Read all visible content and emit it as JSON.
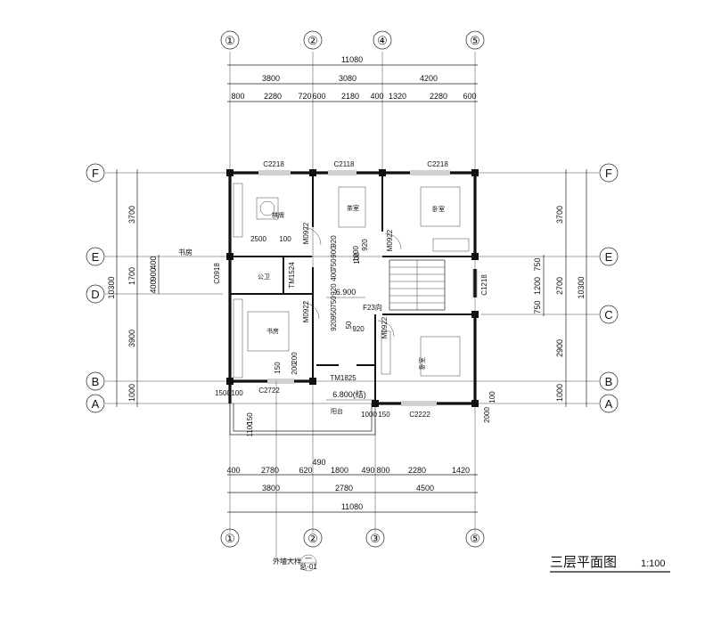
{
  "title": "三层平面图",
  "scale": "1:100",
  "grid": {
    "top": [
      "①",
      "②",
      "④",
      "⑤"
    ],
    "bottom": [
      "①",
      "②",
      "③",
      "⑤"
    ],
    "left": [
      "F",
      "E",
      "D",
      "B",
      "A"
    ],
    "right": [
      "F",
      "E",
      "C",
      "B",
      "A"
    ]
  },
  "dims_top": {
    "total": "11080",
    "mid": [
      "3800",
      "3080",
      "4200"
    ],
    "detail": [
      "800",
      "2280",
      "720",
      "600",
      "2180",
      "400",
      "1320",
      "2280",
      "600"
    ]
  },
  "dims_bottom": {
    "detail": [
      "400",
      "2780",
      "620",
      "490",
      "1800",
      "490",
      "800",
      "2280",
      "1420"
    ],
    "mid": [
      "3800",
      "2780",
      "4500"
    ],
    "total": "11080"
  },
  "dims_left": {
    "total": "10300",
    "segs": [
      "3700",
      "1700",
      "3900",
      "1000"
    ],
    "small": [
      "400",
      "900",
      "400"
    ]
  },
  "dims_right": {
    "total": "10300",
    "segs": [
      "3700",
      "2700",
      "2900",
      "1000"
    ],
    "small": [
      "750",
      "1200",
      "750"
    ]
  },
  "windows": [
    "C2218",
    "C2118",
    "C2218",
    "C2722",
    "C2222",
    "C1218",
    "C0918"
  ],
  "doors": [
    "M0922",
    "M0922",
    "M0922",
    "M0922",
    "TM1524",
    "TM1825"
  ],
  "rooms": [
    "棋牌",
    "茶室",
    "卧室",
    "公卫",
    "书房",
    "卧室",
    "阳台"
  ],
  "levels": [
    "6.900",
    "6.800(结)"
  ],
  "notes": [
    "书房",
    "F23向",
    "2500",
    "100",
    "1000",
    "150",
    "1100",
    "150",
    "1500",
    "100",
    "2000",
    "100",
    "1000",
    "150",
    "50",
    "920",
    "920",
    "750",
    "900",
    "400",
    "920",
    "100",
    "920",
    "750",
    "950",
    "920",
    "200",
    "200"
  ],
  "detail_ref": {
    "text": "外墙大样",
    "top": "一",
    "bottom": "总-01"
  }
}
